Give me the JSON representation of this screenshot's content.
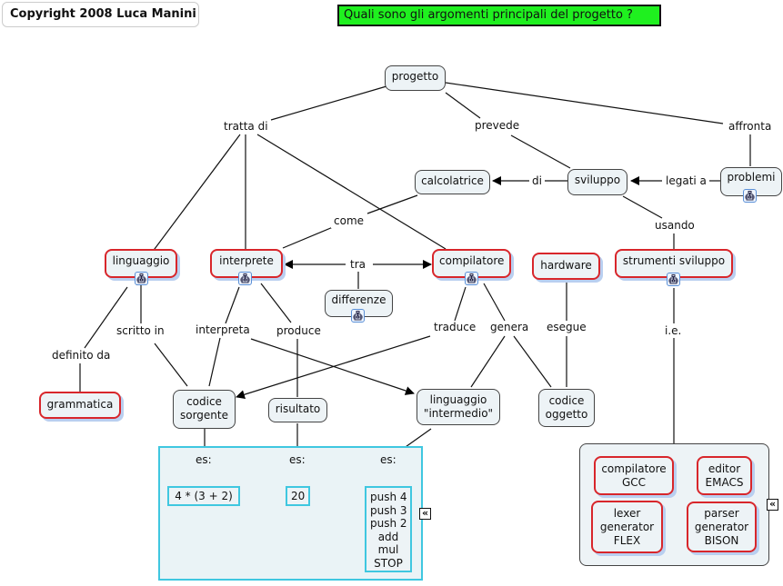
{
  "copyright": "Copyright 2008 Luca Manini",
  "question": "Quali sono gli argomenti principali del progetto ?",
  "colors": {
    "question_bg": "#1ff01f",
    "concept_red": "#d8262b",
    "group_cyan": "#3fc7e0",
    "node_bg": "#edf3f6"
  },
  "concepts": {
    "progetto": "progetto",
    "calcolatrice": "calcolatrice",
    "sviluppo": "sviluppo",
    "problemi": "problemi",
    "linguaggio": "linguaggio",
    "interprete": "interprete",
    "differenze": "differenze",
    "compilatore": "compilatore",
    "hardware": "hardware",
    "strumenti_sviluppo": "strumenti sviluppo",
    "grammatica": "grammatica",
    "codice_sorgente": [
      "codice",
      "sorgente"
    ],
    "risultato": "risultato",
    "linguaggio_intermedio": [
      "linguaggio",
      "\"intermedio\""
    ],
    "codice_oggetto": [
      "codice",
      "oggetto"
    ]
  },
  "linking_phrases": {
    "tratta_di": "tratta di",
    "prevede": "prevede",
    "affronta": "affronta",
    "di": "di",
    "legati_a": "legati a",
    "come": "come",
    "usando": "usando",
    "tra": "tra",
    "scritto_in": "scritto in",
    "interpreta": "interpreta",
    "produce": "produce",
    "traduce": "traduce",
    "genera": "genera",
    "esegue": "esegue",
    "ie": "i.e.",
    "definito_da": "definito da",
    "es1": "es:",
    "es2": "es:",
    "es3": "es:"
  },
  "examples": {
    "expr": "4 * (3 + 2)",
    "result": "20",
    "bytecode": [
      "push 4",
      "push 3",
      "push 2",
      "add",
      "mul",
      "STOP"
    ]
  },
  "tools": [
    [
      "compilatore",
      "GCC"
    ],
    [
      "editor",
      "EMACS"
    ],
    [
      "lexer",
      "generator",
      "FLEX"
    ],
    [
      "parser",
      "generator",
      "BISON"
    ]
  ],
  "icons": {
    "collapse": "«",
    "submap": "submap-icon"
  }
}
